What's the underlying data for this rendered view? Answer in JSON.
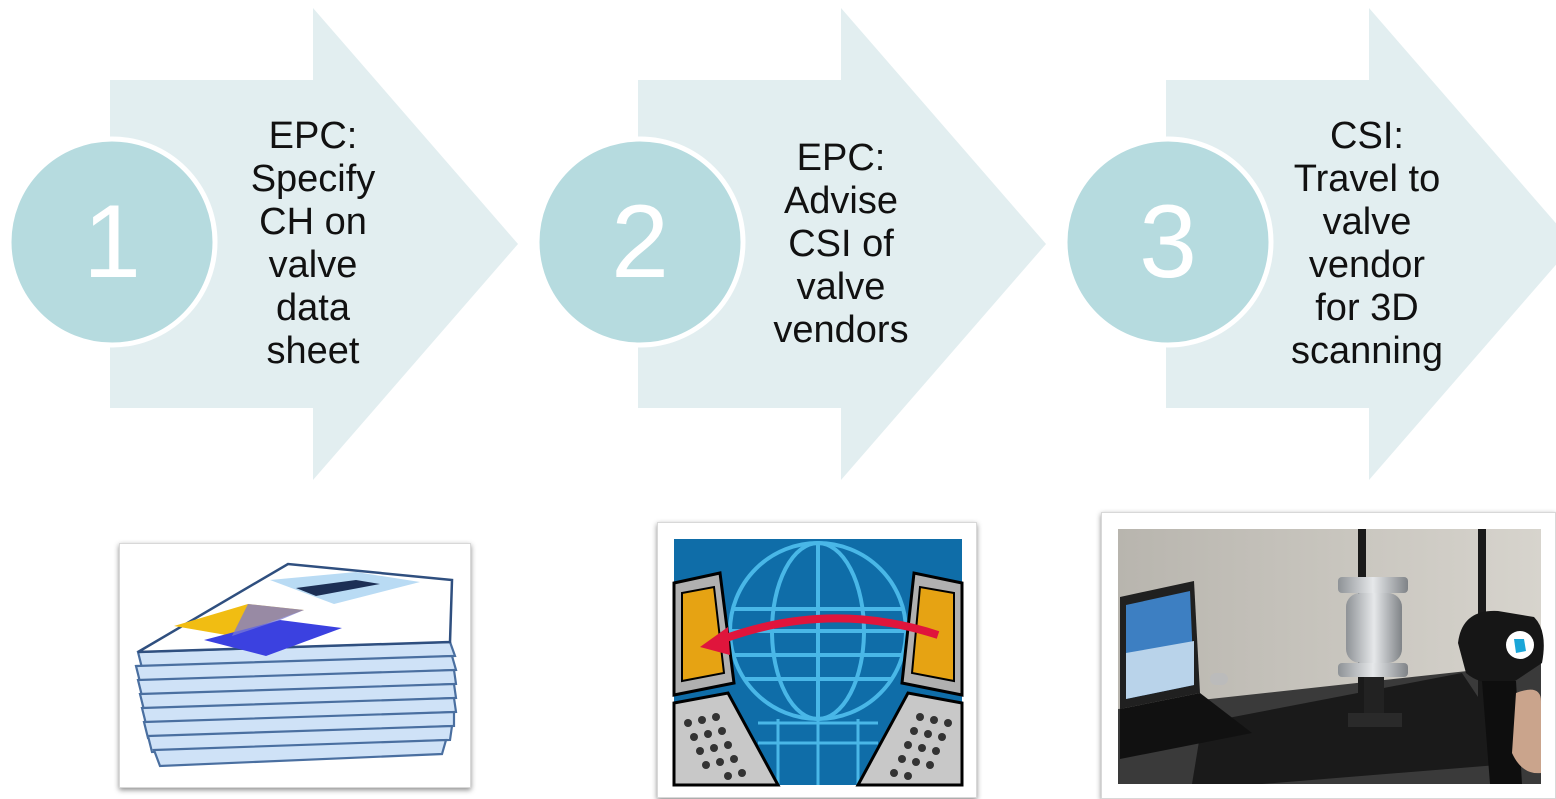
{
  "steps": [
    {
      "number": "1",
      "text": "EPC:\nSpecify\nCH on\nvalve\ndata\nsheet"
    },
    {
      "number": "2",
      "text": "EPC:\nAdvise\nCSI of\nvalve\nvendors"
    },
    {
      "number": "3",
      "text": "CSI:\nTravel to\nvalve\nvendor\nfor 3D\nscanning"
    }
  ],
  "colors": {
    "arrow_fill": "#e2eef0",
    "circle_fill": "#b6dbdf",
    "number_color": "#ffffff",
    "text_color": "#111111"
  },
  "images": [
    {
      "name": "document-stack-image",
      "subject": "stack of paper documents clipart"
    },
    {
      "name": "network-computers-image",
      "subject": "two computers exchanging data across a globe clipart"
    },
    {
      "name": "valve-scanning-photo",
      "subject": "valve being 3D scanned with handheld scanner and laptop"
    }
  ]
}
